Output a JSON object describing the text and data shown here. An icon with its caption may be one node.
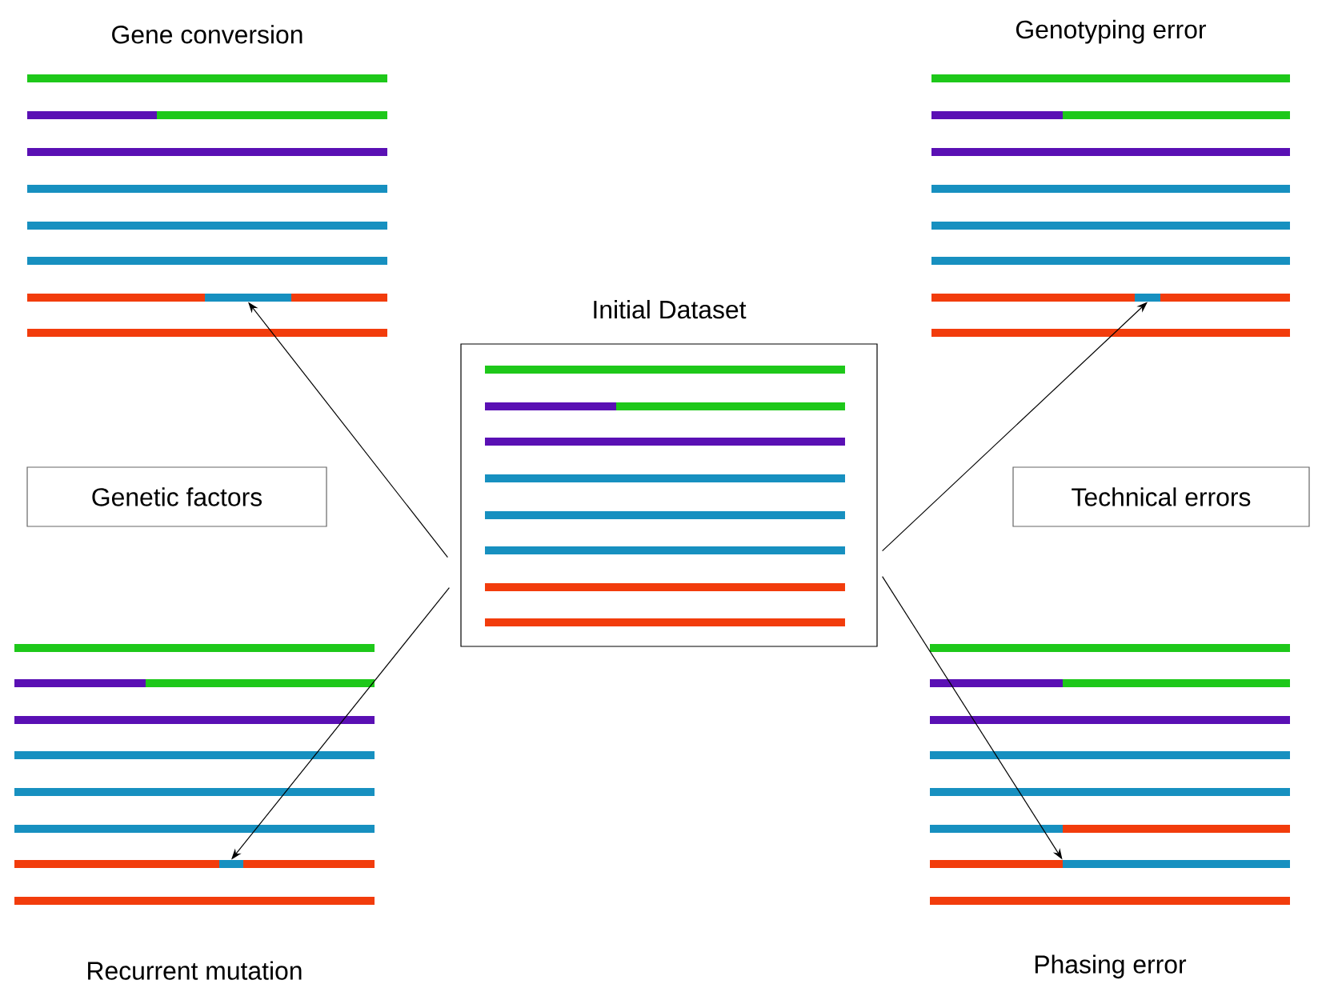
{
  "diagram": {
    "nodes": [
      {
        "text": [
          "Gene conversion"
        ]
      },
      {
        "text": [
          "Genotyping error"
        ]
      },
      {
        "text": [
          "Initial Dataset"
        ]
      },
      {
        "text": [
          "Genetic factors"
        ]
      },
      {
        "text": [
          "Technical errors"
        ]
      },
      {
        "text": [
          "Recurrent mutation"
        ]
      },
      {
        "text": [
          "Phasing error"
        ]
      },
      {
        "text": [],
        "shape": "bar",
        "in": 0
      },
      {
        "text": [],
        "shape": "bar",
        "in": 1
      },
      {
        "text": [],
        "shape": "bar",
        "in": 5
      },
      {
        "text": [],
        "shape": "bar",
        "in": 6
      }
    ],
    "edges": [
      {
        "from": 2,
        "to": 7,
        "arrow": "to"
      },
      {
        "from": 2,
        "to": 8,
        "arrow": "to"
      },
      {
        "from": 2,
        "to": 9,
        "arrow": "to"
      },
      {
        "from": 2,
        "to": 10,
        "arrow": "to"
      }
    ]
  }
}
